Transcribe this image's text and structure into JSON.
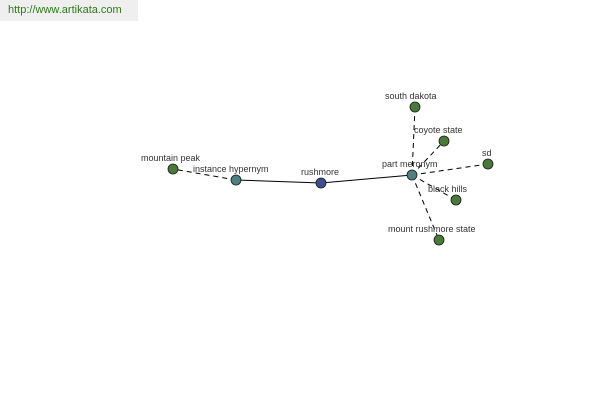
{
  "header": {
    "url": "http://www.artikata.com"
  },
  "colors": {
    "center_node": "#3d4f8c",
    "relation_node": "#4d8080",
    "leaf_node": "#4a7a3a",
    "edge": "#000000",
    "url_text": "#2e7a16"
  },
  "graph": {
    "nodes": [
      {
        "id": "rushmore",
        "label": "rushmore",
        "kind": "center"
      },
      {
        "id": "instance-hypernym",
        "label": "instance hypernym",
        "kind": "relation"
      },
      {
        "id": "part-meronym",
        "label": "part meronym",
        "kind": "relation"
      },
      {
        "id": "mountain-peak",
        "label": "mountain peak",
        "kind": "leaf"
      },
      {
        "id": "south-dakota",
        "label": "south dakota",
        "kind": "leaf"
      },
      {
        "id": "coyote-state",
        "label": "coyote state",
        "kind": "leaf"
      },
      {
        "id": "sd",
        "label": "sd",
        "kind": "leaf"
      },
      {
        "id": "black-hills",
        "label": "black hills",
        "kind": "leaf"
      },
      {
        "id": "mount-rushmore-state",
        "label": "mount rushmore state",
        "kind": "leaf"
      }
    ],
    "edges": [
      {
        "from": "rushmore",
        "to": "instance-hypernym",
        "style": "solid"
      },
      {
        "from": "rushmore",
        "to": "part-meronym",
        "style": "solid"
      },
      {
        "from": "instance-hypernym",
        "to": "mountain-peak",
        "style": "dashed"
      },
      {
        "from": "part-meronym",
        "to": "south-dakota",
        "style": "dashed"
      },
      {
        "from": "part-meronym",
        "to": "coyote-state",
        "style": "dashed"
      },
      {
        "from": "part-meronym",
        "to": "sd",
        "style": "dashed"
      },
      {
        "from": "part-meronym",
        "to": "black-hills",
        "style": "dashed"
      },
      {
        "from": "part-meronym",
        "to": "mount-rushmore-state",
        "style": "dashed"
      }
    ]
  }
}
